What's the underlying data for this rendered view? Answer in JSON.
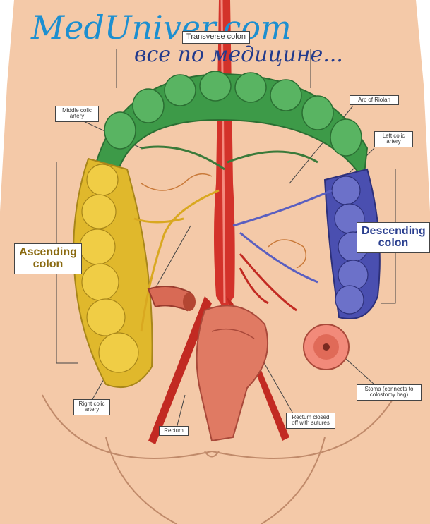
{
  "watermark": {
    "site": "MedUniver.com",
    "tagline": "все по медицине..."
  },
  "labels": {
    "transverse_colon": "Transverse colon",
    "middle_colic_artery": "Middle colic artery",
    "arc_of_riolan": "Arc of Riolan",
    "left_colic_artery": "Left colic artery",
    "ascending_colon": "Ascending colon",
    "descending_colon": "Descending colon",
    "right_colic_artery": "Right colic artery",
    "rectum": "Rectum",
    "rectum_closed": "Rectum closed off with sutures",
    "stoma": "Stoma (connects to colostomy bag)"
  },
  "colors": {
    "background": "#f4c9a8",
    "transverse": "#3d9a48",
    "ascending": "#e0b82c",
    "descending": "#4a4fb0",
    "artery": "#d3322a",
    "label_descending": "#2a3f8f",
    "label_ascending": "#8a6a10"
  }
}
